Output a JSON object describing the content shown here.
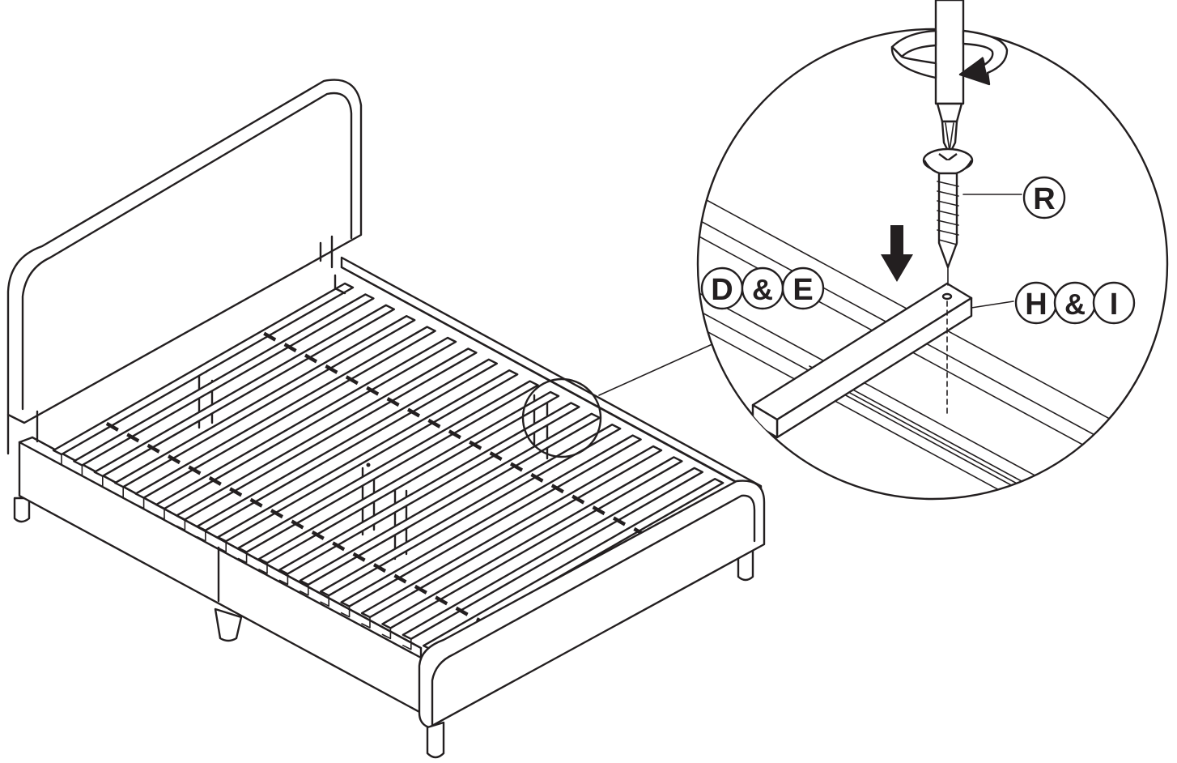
{
  "parts": {
    "slat_frame": "D",
    "slat_frame_and": "&",
    "slat_frame_2": "E",
    "support_bar": "H",
    "support_bar_and": "&",
    "support_bar_2": "I",
    "screw": "R"
  },
  "colors": {
    "line": "#231f20",
    "background": "#ffffff"
  },
  "icons": [
    "rotate-arrow-icon",
    "down-arrow-icon",
    "screwdriver-icon",
    "screw-icon"
  ]
}
